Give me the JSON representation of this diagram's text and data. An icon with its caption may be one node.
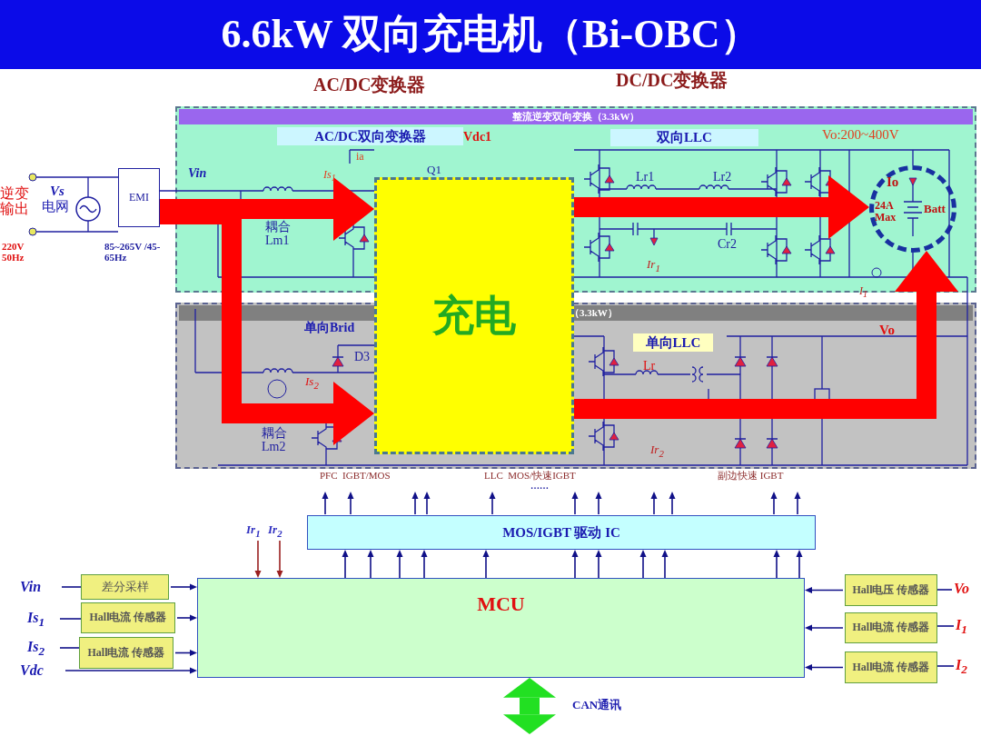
{
  "diagram": {
    "title": "6.6kW 双向充电机（Bi-OBC）",
    "nodes": [
      {
        "text": [
          "整流逆变双向变换（3.3kW）"
        ]
      },
      {
        "text": [
          "AC/DC双向变换器"
        ],
        "in": 0
      },
      {
        "text": [
          "双向LLC"
        ],
        "in": 0
      },
      {
        "text": [
          "Io",
          "24A Max",
          "Batt"
        ],
        "in": 0
      },
      {
        "text": [
          "EMI"
        ]
      },
      {
        "text": [
          "（3.3kW）"
        ]
      },
      {
        "text": [
          "单向LLC"
        ],
        "in": 5
      },
      {
        "text": [
          "充电"
        ]
      },
      {
        "text": [
          "MOS/IGBT 驱动 IC"
        ]
      },
      {
        "text": [
          "MCU"
        ]
      },
      {
        "text": [
          "Vin"
        ]
      },
      {
        "text": [
          "差分采样"
        ]
      },
      {
        "text": [
          "Is$_{1}$"
        ]
      },
      {
        "text": [
          "Hall电流 传感器"
        ]
      },
      {
        "text": [
          "Is$_{2}$"
        ]
      },
      {
        "text": [
          "Hall电流 传感器"
        ]
      },
      {
        "text": [
          "Vdc"
        ]
      },
      {
        "text": [
          "Hall电压 传感器"
        ]
      },
      {
        "text": [
          "Vo"
        ]
      },
      {
        "text": [
          "Hall电流 传感器"
        ]
      },
      {
        "text": [
          "I$_{1}$"
        ]
      },
      {
        "text": [
          "Hall电流 传感器"
        ]
      },
      {
        "text": [
          "I$_{2}$"
        ]
      },
      {
        "text": [
          "Ir$_{1}$"
        ]
      },
      {
        "text": [
          "Ir$_{2}$"
        ]
      }
    ],
    "edges": [
      {
        "from": 4,
        "to": 7,
        "arrow": "to",
        "style": "thick",
        "color": "#ff0000"
      },
      {
        "from": 4,
        "to": 7,
        "arrow": "to",
        "style": "thick",
        "color": "#ff0000"
      },
      {
        "from": 7,
        "to": 3,
        "arrow": "to",
        "style": "thick",
        "color": "#ff0000"
      },
      {
        "from": 7,
        "to": 3,
        "arrow": "to",
        "style": "thick",
        "color": "#ff0000"
      },
      {
        "from": 10,
        "to": 11,
        "arrow": "none"
      },
      {
        "from": 11,
        "to": 9,
        "arrow": "to"
      },
      {
        "from": 12,
        "to": 13,
        "arrow": "none"
      },
      {
        "from": 13,
        "to": 9,
        "arrow": "to"
      },
      {
        "from": 14,
        "to": 15,
        "arrow": "none"
      },
      {
        "from": 15,
        "to": 9,
        "arrow": "to"
      },
      {
        "from": 16,
        "to": 9,
        "arrow": "to"
      },
      {
        "from": 18,
        "to": 17,
        "arrow": "none"
      },
      {
        "from": 17,
        "to": 9,
        "arrow": "to"
      },
      {
        "from": 20,
        "to": 19,
        "arrow": "none"
      },
      {
        "from": 19,
        "to": 9,
        "arrow": "to"
      },
      {
        "from": 22,
        "to": 21,
        "arrow": "none"
      },
      {
        "from": 21,
        "to": 9,
        "arrow": "to"
      },
      {
        "from": 23,
        "to": 9,
        "arrow": "to",
        "color": "#9a2020"
      },
      {
        "from": 24,
        "to": 9,
        "arrow": "to",
        "color": "#9a2020"
      },
      {
        "from": 9,
        "to": 8,
        "arrow": "to"
      },
      {
        "from": 9,
        "to": 8,
        "arrow": "to"
      },
      {
        "from": 9,
        "to": 8,
        "arrow": "to"
      },
      {
        "from": 9,
        "to": 8,
        "arrow": "to"
      },
      {
        "from": 9,
        "to": 8,
        "arrow": "to"
      },
      {
        "from": 9,
        "to": 8,
        "arrow": "to"
      },
      {
        "from": 9,
        "to": 8,
        "arrow": "to"
      },
      {
        "from": 9,
        "to": 8,
        "arrow": "to"
      },
      {
        "from": 9,
        "to": 8,
        "arrow": "to"
      },
      {
        "from": 9,
        "to": 8,
        "arrow": "to"
      },
      {
        "from": 9,
        "to": 8,
        "arrow": "to"
      },
      {
        "from": 8,
        "to": null,
        "arrow": "to"
      },
      {
        "from": 8,
        "to": null,
        "arrow": "to"
      },
      {
        "from": 8,
        "to": null,
        "arrow": "to"
      },
      {
        "from": 8,
        "to": null,
        "arrow": "to"
      },
      {
        "from": 8,
        "to": null,
        "arrow": "to"
      },
      {
        "from": 8,
        "to": null,
        "arrow": "to"
      },
      {
        "from": 8,
        "to": null,
        "arrow": "to"
      },
      {
        "from": 8,
        "to": null,
        "arrow": "to"
      },
      {
        "from": 8,
        "to": null,
        "arrow": "to"
      },
      {
        "from": 8,
        "to": null,
        "arrow": "to"
      },
      {
        "from": 8,
        "to": null,
        "arrow": "to"
      },
      {
        "from": 9,
        "to": null,
        "arrow": "both",
        "style": "thick",
        "color": "#22e022",
        "label": "CAN通讯"
      }
    ],
    "labels": [
      "AC/DC变换器",
      "DC/DC变换器",
      "Vin",
      "ia",
      "Is$_{1}$",
      "Q1",
      "Vdc1",
      "Lr1",
      "Lr2",
      "Cr2",
      "Ir$_{1}$",
      "Vo:200~400V",
      "逆变输出",
      "Vs",
      "电网",
      "220V 50Hz",
      "85~265V /45-65Hz",
      "耦合 Lm1",
      "I$_{1}$",
      "单向Brid",
      "D3",
      "Is$_{2}$",
      "耦合 Lm2",
      "Lr",
      "Ir$_{2}$",
      "Vo",
      "PFC  IGBT/MOS",
      "LLC  MOS/快速IGBT",
      "……",
      "副边快速 IGBT"
    ]
  }
}
